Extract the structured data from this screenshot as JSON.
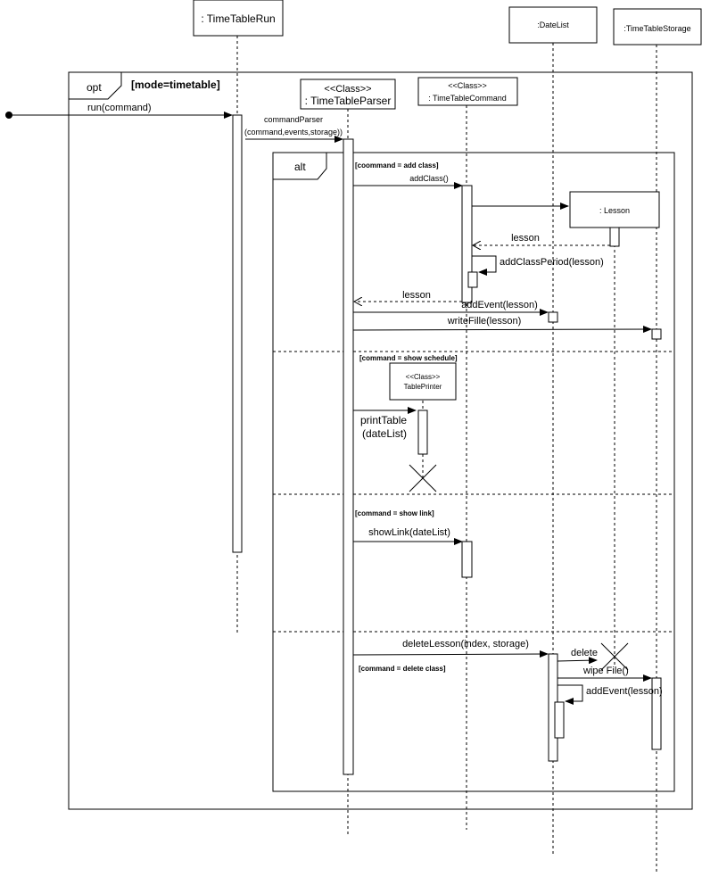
{
  "participants": {
    "timetable_run": ": TimeTableRun",
    "datelist": ":DateList",
    "timetable_storage": ":TimeTableStorage",
    "parser_stereo": "<<Class>>",
    "parser_name": ": TimeTableParser",
    "command_stereo": "<<Class>>",
    "command_name": ": TimeTableCommand",
    "lesson": ": Lesson",
    "printer_stereo": "<<Class>>",
    "printer_name": "TablePrinter"
  },
  "frames": {
    "opt_label": "opt",
    "opt_guard": "[mode=timetable]",
    "alt_label": "alt",
    "guard_add_class": "[coommand = add class]",
    "guard_show_schedule": "[command = show schedule]",
    "guard_show_link": "[command = show link]",
    "guard_delete_class": "[command = delete class]"
  },
  "messages": {
    "run": "run(command)",
    "command_parser_1": "commandParser",
    "command_parser_2": "(command,events,storage))",
    "add_class": "addClass()",
    "lesson_return": "lesson",
    "add_class_period": "addClassPeriod(lesson)",
    "lesson_return_2": "lesson",
    "add_event": "addEvent(lesson)",
    "write_file": "writeFille(lesson)",
    "print_table_1": "printTable",
    "print_table_2": "(dateList)",
    "show_link": "showLink(dateList)",
    "delete_lesson": "deleteLesson(index, storage)",
    "delete": "delete",
    "wipe_file": "wipe File()",
    "add_event_2": "addEvent(lesson)"
  }
}
